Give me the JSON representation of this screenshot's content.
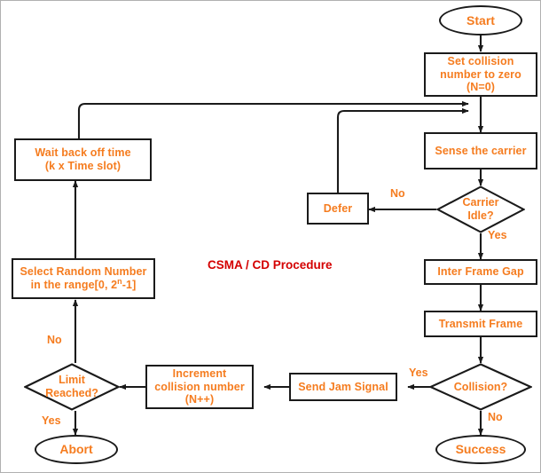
{
  "diagram": {
    "title": "CSMA / CD Procedure",
    "title_color": "#D40000",
    "node_text_color": "#F57C1F",
    "line_color": "#1a1a1a",
    "background": "#ffffff",
    "nodes": {
      "start": {
        "label": "Start",
        "shape": "terminator"
      },
      "set_collision_zero": {
        "label": "Set collision\nnumber to zero\n(N=0)",
        "shape": "process"
      },
      "sense_carrier": {
        "label": "Sense the carrier",
        "shape": "process"
      },
      "carrier_idle": {
        "label": "Carrier\nIdle?",
        "shape": "decision"
      },
      "defer": {
        "label": "Defer",
        "shape": "process"
      },
      "inter_frame_gap": {
        "label": "Inter Frame Gap",
        "shape": "process"
      },
      "transmit_frame": {
        "label": "Transmit Frame",
        "shape": "process"
      },
      "collision": {
        "label": "Collision?",
        "shape": "decision"
      },
      "success": {
        "label": "Success",
        "shape": "terminator"
      },
      "send_jam_signal": {
        "label": "Send Jam Signal",
        "shape": "process"
      },
      "increment_collision": {
        "label": "Increment\ncollision number\n(N++)",
        "shape": "process"
      },
      "limit_reached": {
        "label": "Limit\nReached?",
        "shape": "decision"
      },
      "abort": {
        "label": "Abort",
        "shape": "terminator"
      },
      "select_random_number": {
        "label_line1": "Select Random Number",
        "label_line2_pre": "in the range[0, 2",
        "label_line2_sup": "n",
        "label_line2_post": "-1]",
        "shape": "process"
      },
      "wait_back_off": {
        "label": "Wait back off time\n(k x Time slot)",
        "shape": "process"
      }
    },
    "edge_labels": {
      "carrier_idle_no": "No",
      "carrier_idle_yes": "Yes",
      "collision_yes": "Yes",
      "collision_no": "No",
      "limit_reached_no": "No",
      "limit_reached_yes": "Yes"
    }
  }
}
